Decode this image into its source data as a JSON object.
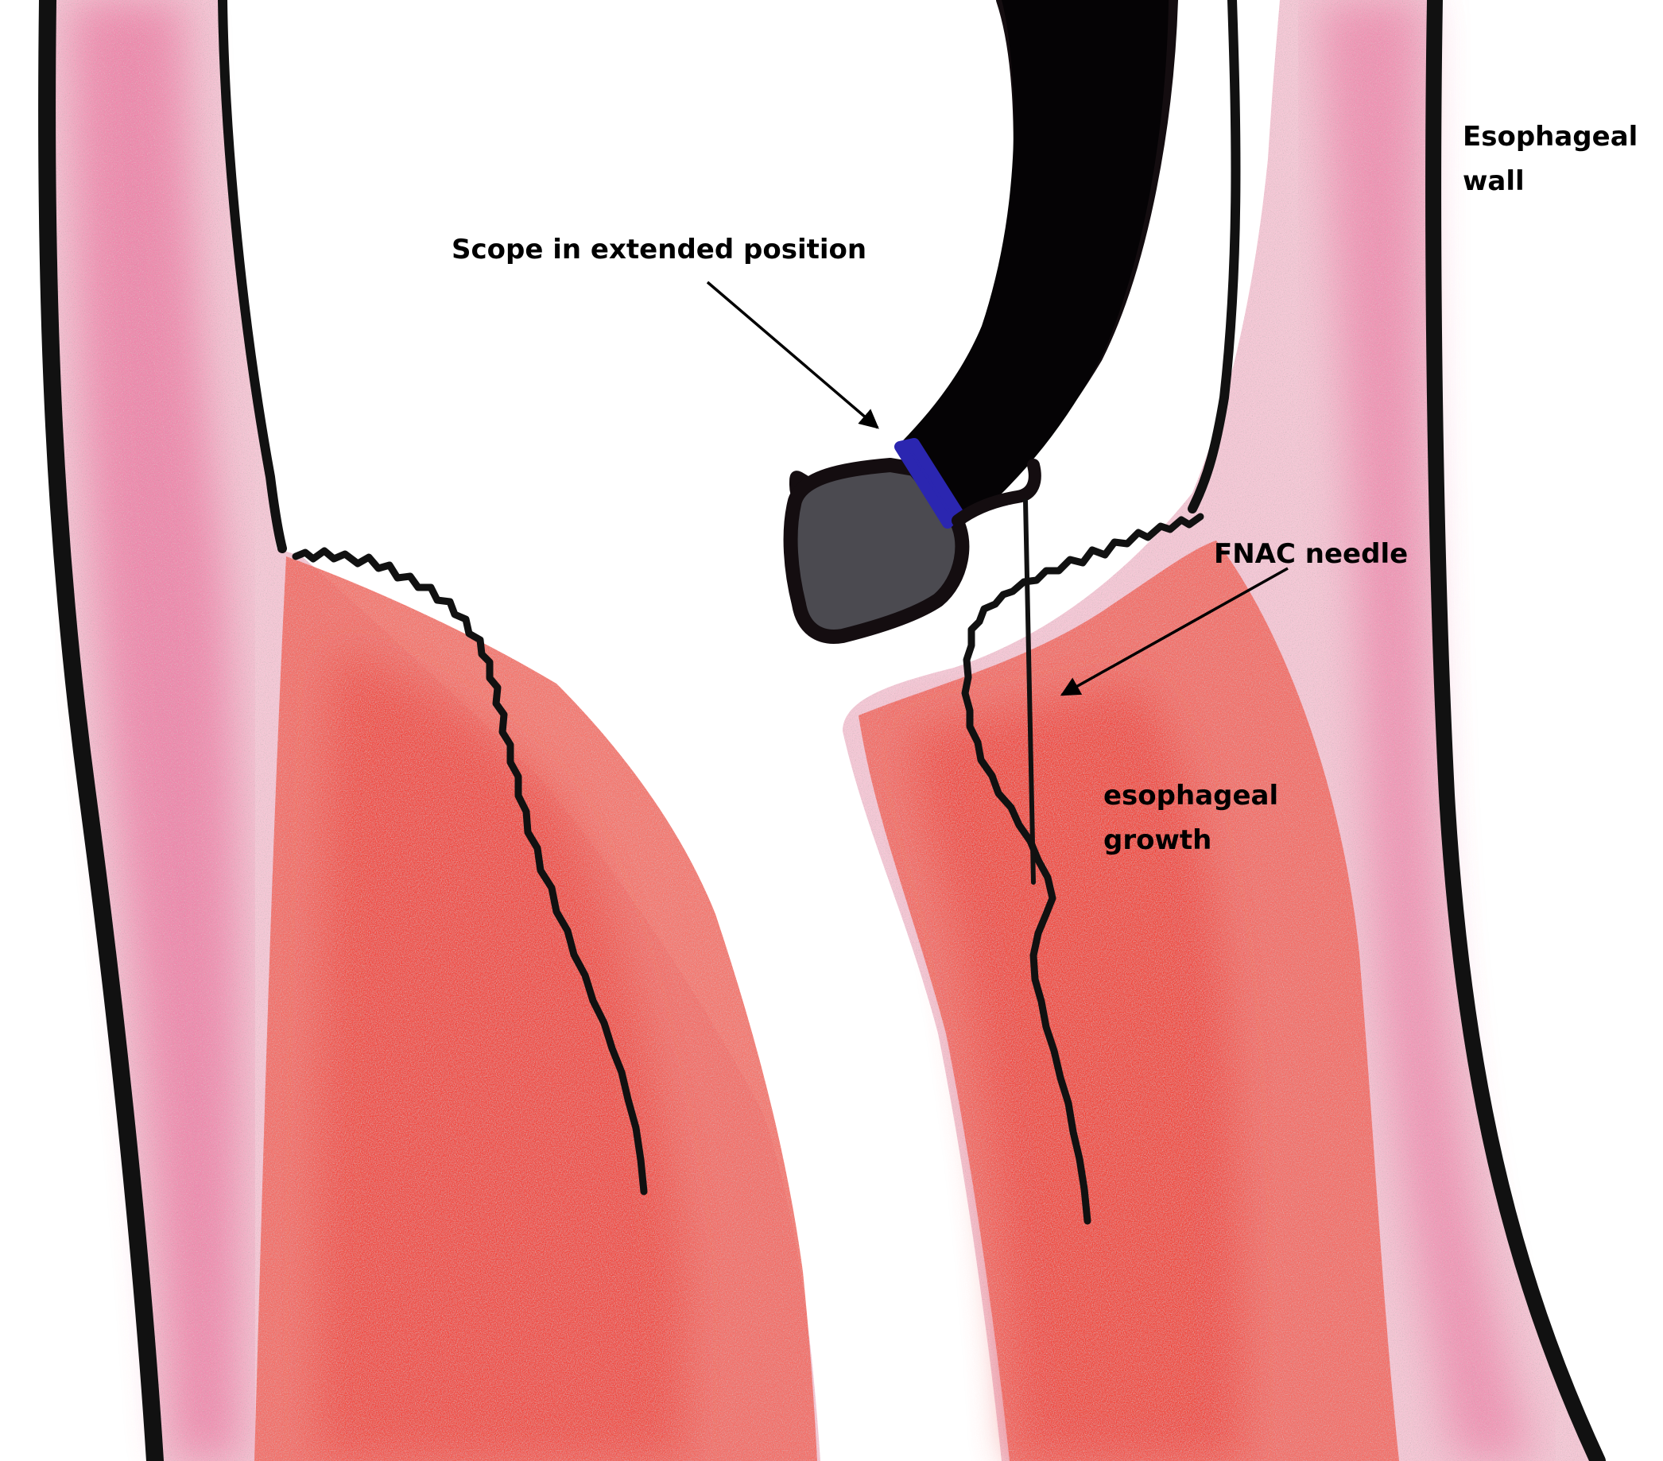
{
  "labels": {
    "scope": "Scope in extended position",
    "wall_line1": "Esophageal",
    "wall_line2": "wall",
    "needle": "FNAC needle",
    "growth_line1": "esophageal",
    "growth_line2": "growth"
  },
  "colors": {
    "outline": "#111111",
    "tissue_pink": "#f0689a",
    "tissue_light": "#f9c9d8",
    "growth_red": "#f2372a",
    "scope_body": "#050305",
    "scope_tip": "#4b4a50",
    "scope_band": "#2b26b0",
    "background": "#ffffff"
  }
}
